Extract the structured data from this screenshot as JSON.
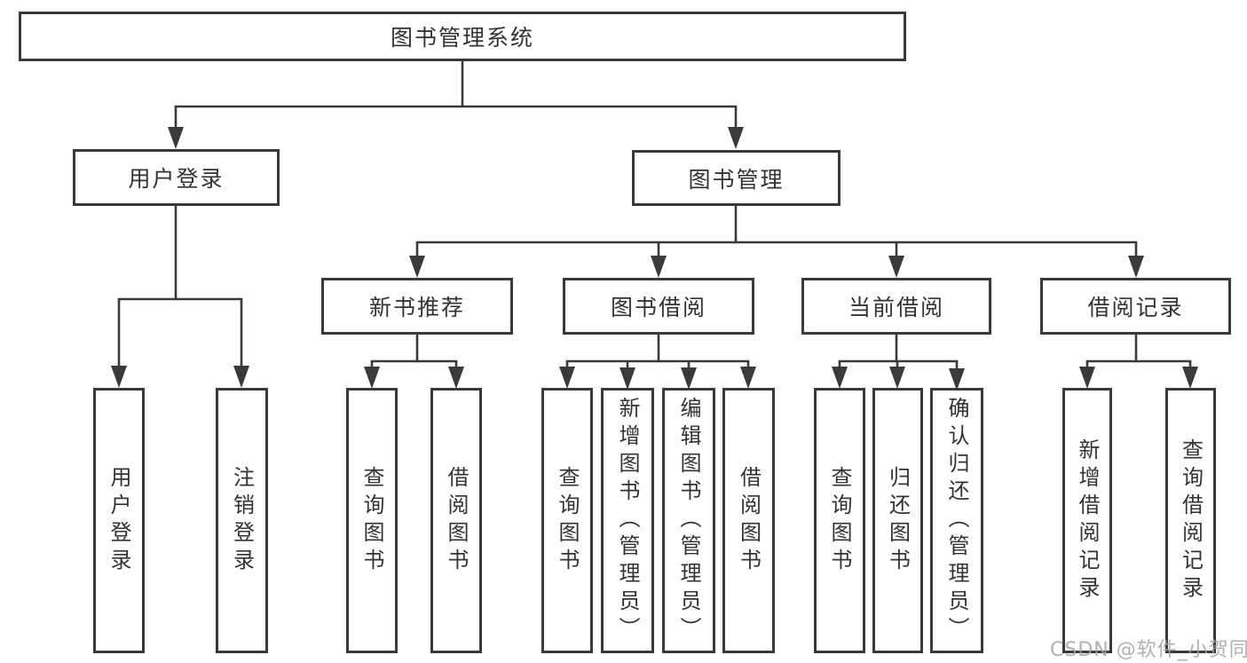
{
  "diagram": {
    "title": "图书管理系统",
    "branches": [
      {
        "label": "用户登录",
        "leaves": [
          {
            "label": "用户登录"
          },
          {
            "label": "注销登录"
          }
        ]
      },
      {
        "label": "图书管理",
        "sections": [
          {
            "label": "新书推荐",
            "leaves": [
              {
                "label": "查询图书"
              },
              {
                "label": "借阅图书"
              }
            ]
          },
          {
            "label": "图书借阅",
            "leaves": [
              {
                "label": "查询图书"
              },
              {
                "label": "新增图书（管理员）"
              },
              {
                "label": "编辑图书（管理员）"
              },
              {
                "label": "借阅图书"
              }
            ]
          },
          {
            "label": "当前借阅",
            "leaves": [
              {
                "label": "查询图书"
              },
              {
                "label": "归还图书"
              },
              {
                "label": "确认归还（管理员）"
              }
            ]
          },
          {
            "label": "借阅记录",
            "leaves": [
              {
                "label": "新增借阅记录"
              },
              {
                "label": "查询借阅记录"
              }
            ]
          }
        ]
      }
    ],
    "colors": {
      "line": "#3a3a3a",
      "text": "#333333",
      "box_background": "#ffffff",
      "watermark": "#a2a2a2"
    }
  },
  "watermark": {
    "text": "CSDN @软件_小贺同学"
  }
}
